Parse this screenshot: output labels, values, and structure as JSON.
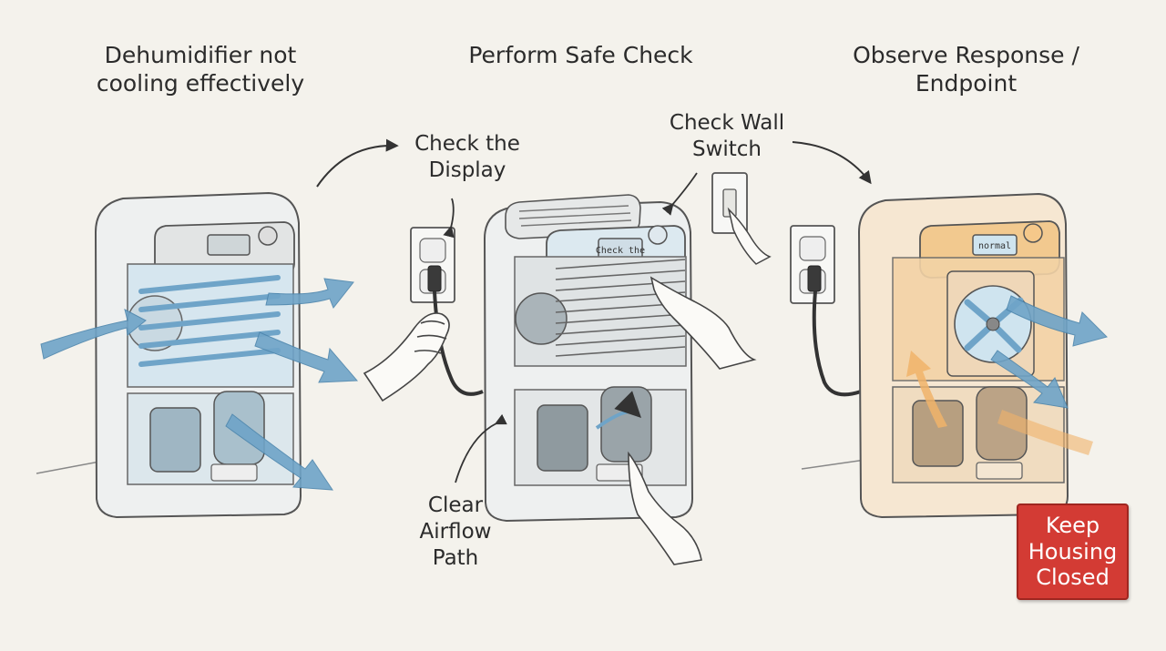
{
  "steps": [
    {
      "heading_line1": "Dehumidifier not",
      "heading_line2": "cooling effectively"
    },
    {
      "heading": "Perform Safe Check"
    },
    {
      "heading": "Observe Response / Endpoint"
    }
  ],
  "annotations": {
    "display": {
      "line1": "Check the",
      "line2": "Display"
    },
    "wall_switch": {
      "line1": "Check Wall",
      "line2": "Switch"
    },
    "airflow": {
      "line1": "Clear",
      "line2": "Airflow",
      "line3": "Path"
    }
  },
  "displays": {
    "unit2": "Check the",
    "unit3": "normal"
  },
  "badge": {
    "line1": "Keep",
    "line2": "Housing",
    "line3": "Closed"
  },
  "colors": {
    "background": "#f4f2ec",
    "airflow_blue": "#6fa4c8",
    "endpoint_orange": "#f0b36a",
    "badge_red": "#d33b34",
    "outline": "#555555"
  }
}
